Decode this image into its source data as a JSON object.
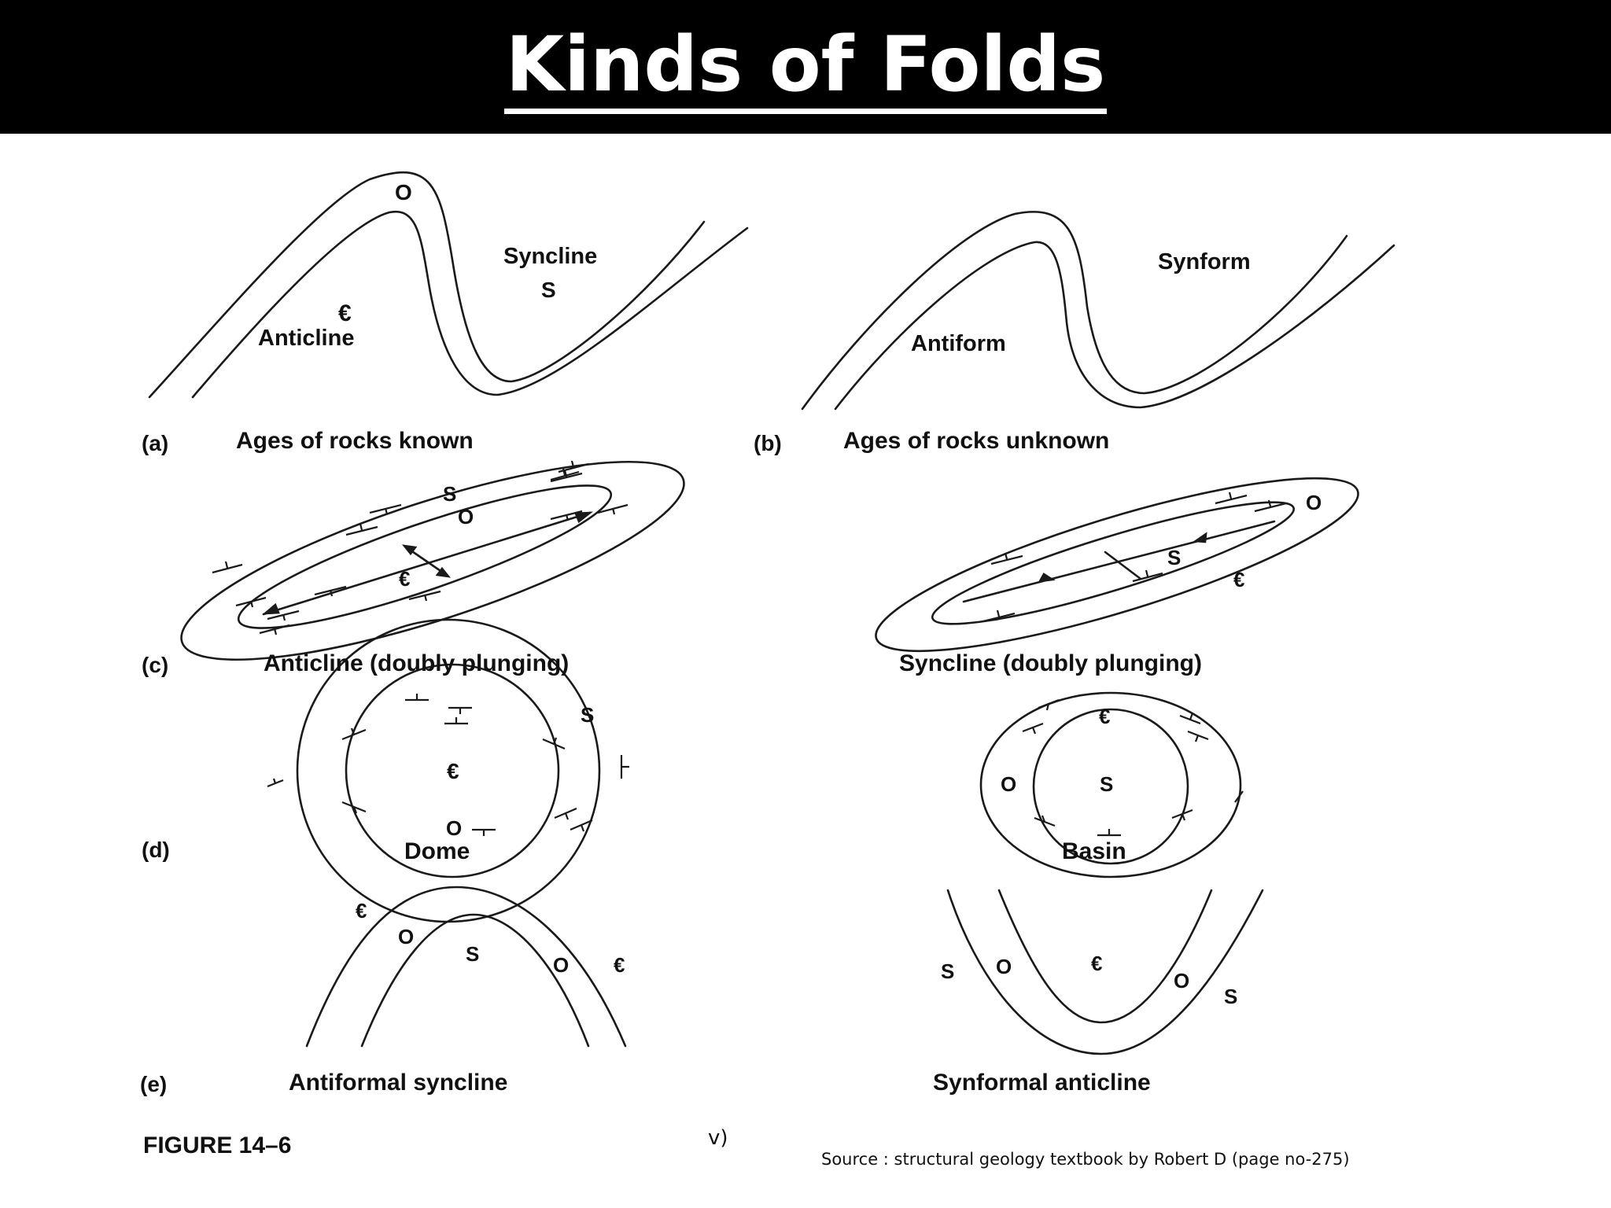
{
  "slide": {
    "title": "Kinds of Folds",
    "footer_mark": "v)",
    "source": "Source : structural geology textbook by Robert D (page no-275)"
  },
  "figure": {
    "figure_label": "FIGURE 14–6",
    "panels": {
      "a": {
        "letter": "(a)",
        "caption": "Ages of rocks known",
        "labels": [
          "O",
          "Syncline",
          "S",
          "€",
          "Anticline"
        ]
      },
      "b": {
        "letter": "(b)",
        "caption": "Ages of rocks unknown",
        "labels": [
          "Synform",
          "Antiform"
        ]
      },
      "c_left": {
        "letter": "(c)",
        "caption": "Anticline (doubly plunging)",
        "labels": [
          "S",
          "O",
          "€"
        ]
      },
      "c_right": {
        "caption": "Syncline (doubly plunging)",
        "labels": [
          "O",
          "S",
          "€"
        ]
      },
      "d_left": {
        "letter": "(d)",
        "caption": "Dome",
        "labels": [
          "S",
          "€",
          "O"
        ]
      },
      "d_right": {
        "caption": "Basin",
        "labels": [
          "€",
          "O",
          "S"
        ]
      },
      "e_left": {
        "letter": "(e)",
        "caption": "Antiformal syncline",
        "labels": [
          "€",
          "O",
          "S",
          "O",
          "€"
        ]
      },
      "e_right": {
        "caption": "Synformal anticline",
        "labels": [
          "S",
          "O",
          "€",
          "O",
          "S"
        ]
      }
    }
  }
}
